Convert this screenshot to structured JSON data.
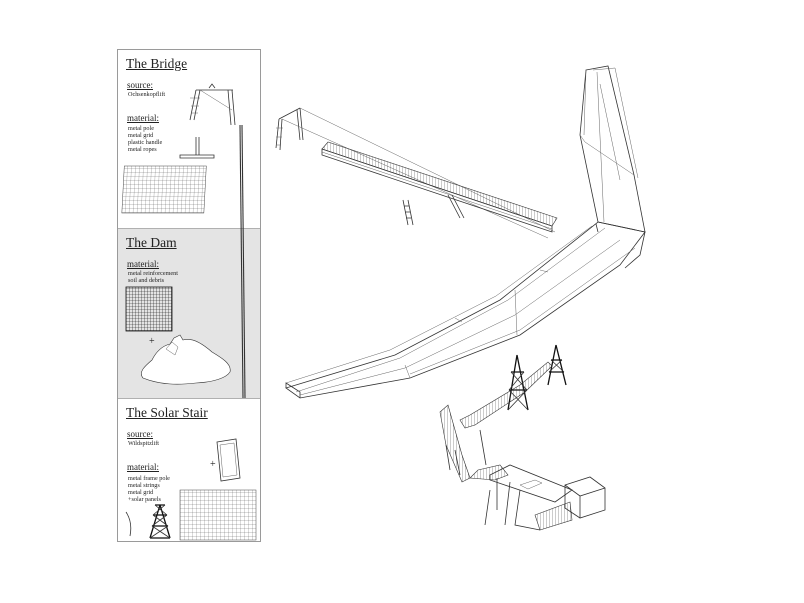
{
  "sections": {
    "bridge": {
      "title": "The Bridge",
      "source_label": "source:",
      "source_value": "Ochsenkopflift",
      "material_label": "material:",
      "materials": [
        "metal pole",
        "metal grid",
        "plastic handle",
        "metal ropes"
      ]
    },
    "dam": {
      "title": "The Dam",
      "material_label": "material:",
      "materials": [
        "metal reinforcement",
        "soil and debris"
      ],
      "plus": "+"
    },
    "stair": {
      "title": "The Solar Stair",
      "source_label": "source:",
      "source_value": "Wildspitzlift",
      "material_label": "material:",
      "materials": [
        "metal frame pole",
        "metal strings",
        "metal grid",
        "+solar panels"
      ],
      "plus": "+"
    }
  },
  "colors": {
    "panel_border": "#9a9a9a",
    "dam_background": "#e4e4e4",
    "line": "#333333"
  }
}
